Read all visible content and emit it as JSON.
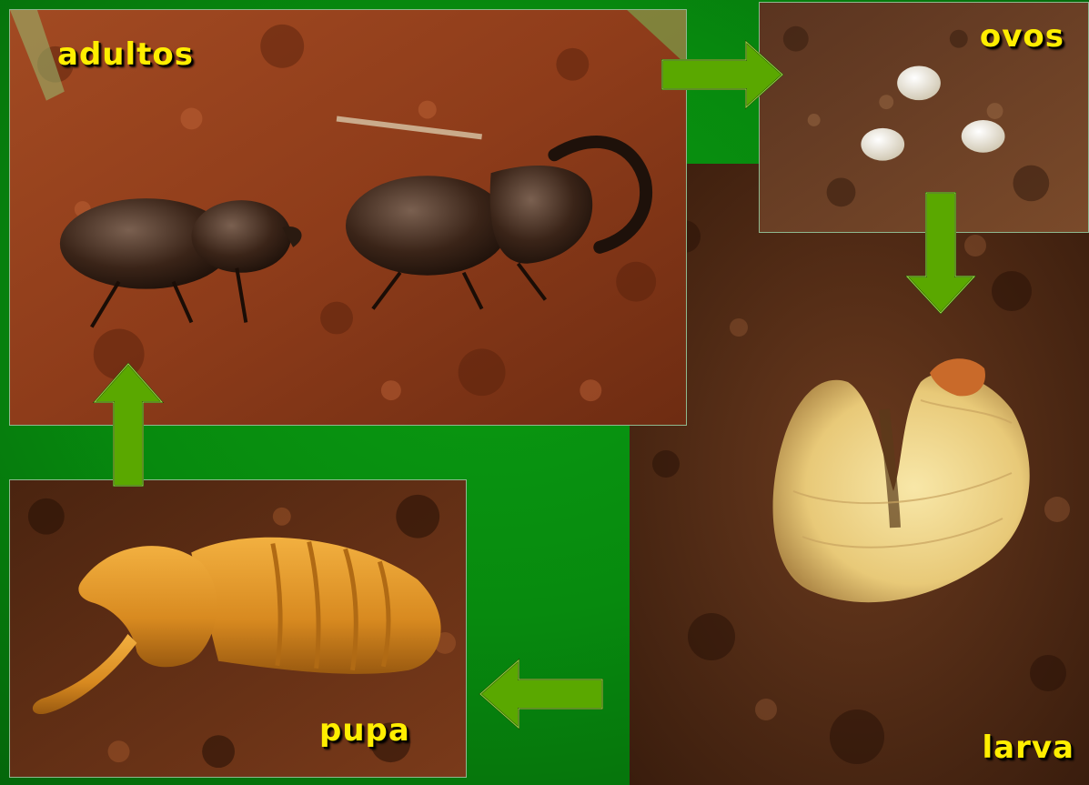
{
  "stages": {
    "adults": "adultos",
    "eggs": "ovos",
    "larva": "larva",
    "pupa": "pupa"
  },
  "colors": {
    "background": "#078a0e",
    "label": "#ffee00",
    "arrow": "#4f9a00",
    "soil": "#8a3a18"
  }
}
